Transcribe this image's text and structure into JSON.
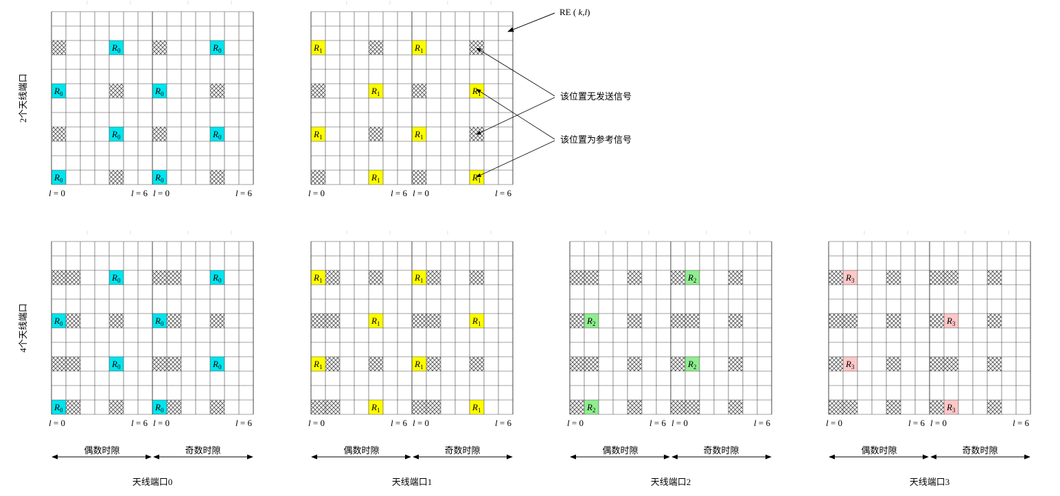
{
  "row_labels": [
    "2个天线端口",
    "4个天线端口"
  ],
  "axis": {
    "l_start": "l = 0",
    "l_end": "l = 6",
    "even_slot": "偶数时隙",
    "odd_slot": "奇数时隙"
  },
  "port_captions": [
    "天线端口0",
    "天线端口1",
    "天线端口2",
    "天线端口3"
  ],
  "annotations": {
    "re_label": "RE (k,l)",
    "no_signal": "该位置无发送信号",
    "reference_signal": "该位置为参考信号"
  },
  "reference_symbols": [
    {
      "port": 0,
      "symbol": "R",
      "sub": "0",
      "color": "#00E5EE"
    },
    {
      "port": 1,
      "symbol": "R",
      "sub": "1",
      "color": "#FFFF00"
    },
    {
      "port": 2,
      "symbol": "R",
      "sub": "2",
      "color": "#90EE90"
    },
    {
      "port": 3,
      "symbol": "R",
      "sub": "3",
      "color": "#FFC8C8"
    }
  ],
  "grid": {
    "symbols_per_slot": 7,
    "slots": 2,
    "subcarriers": 12,
    "reference_rows_bottom_up": [
      0,
      3,
      6,
      9
    ]
  },
  "panels": [
    {
      "row": 0,
      "port": 0,
      "pattern": [
        [
          {
            "s": 0,
            "t": "R"
          },
          {
            "s": 4,
            "t": "X"
          },
          {
            "s": 7,
            "t": "R"
          },
          {
            "s": 11,
            "t": "X"
          }
        ],
        [
          {
            "s": 0,
            "t": "X"
          },
          {
            "s": 4,
            "t": "R"
          },
          {
            "s": 7,
            "t": "X"
          },
          {
            "s": 11,
            "t": "R"
          }
        ],
        [
          {
            "s": 0,
            "t": "R"
          },
          {
            "s": 4,
            "t": "X"
          },
          {
            "s": 7,
            "t": "R"
          },
          {
            "s": 11,
            "t": "X"
          }
        ],
        [
          {
            "s": 0,
            "t": "X"
          },
          {
            "s": 4,
            "t": "R"
          },
          {
            "s": 7,
            "t": "X"
          },
          {
            "s": 11,
            "t": "R"
          }
        ]
      ]
    },
    {
      "row": 0,
      "port": 1,
      "pattern": [
        [
          {
            "s": 0,
            "t": "X"
          },
          {
            "s": 4,
            "t": "R"
          },
          {
            "s": 7,
            "t": "X"
          },
          {
            "s": 11,
            "t": "R"
          }
        ],
        [
          {
            "s": 0,
            "t": "R"
          },
          {
            "s": 4,
            "t": "X"
          },
          {
            "s": 7,
            "t": "R"
          },
          {
            "s": 11,
            "t": "X"
          }
        ],
        [
          {
            "s": 0,
            "t": "X"
          },
          {
            "s": 4,
            "t": "R"
          },
          {
            "s": 7,
            "t": "X"
          },
          {
            "s": 11,
            "t": "R"
          }
        ],
        [
          {
            "s": 0,
            "t": "R"
          },
          {
            "s": 4,
            "t": "X"
          },
          {
            "s": 7,
            "t": "R"
          },
          {
            "s": 11,
            "t": "X"
          }
        ]
      ]
    },
    {
      "row": 1,
      "port": 0,
      "pattern": [
        [
          {
            "s": 0,
            "t": "R"
          },
          {
            "s": 1,
            "t": "X"
          },
          {
            "s": 4,
            "t": "X"
          },
          {
            "s": 7,
            "t": "R"
          },
          {
            "s": 8,
            "t": "X"
          },
          {
            "s": 11,
            "t": "X"
          }
        ],
        [
          {
            "s": 0,
            "t": "X"
          },
          {
            "s": 1,
            "t": "X"
          },
          {
            "s": 4,
            "t": "R"
          },
          {
            "s": 7,
            "t": "X"
          },
          {
            "s": 8,
            "t": "X"
          },
          {
            "s": 11,
            "t": "R"
          }
        ],
        [
          {
            "s": 0,
            "t": "R"
          },
          {
            "s": 1,
            "t": "X"
          },
          {
            "s": 4,
            "t": "X"
          },
          {
            "s": 7,
            "t": "R"
          },
          {
            "s": 8,
            "t": "X"
          },
          {
            "s": 11,
            "t": "X"
          }
        ],
        [
          {
            "s": 0,
            "t": "X"
          },
          {
            "s": 1,
            "t": "X"
          },
          {
            "s": 4,
            "t": "R"
          },
          {
            "s": 7,
            "t": "X"
          },
          {
            "s": 8,
            "t": "X"
          },
          {
            "s": 11,
            "t": "R"
          }
        ]
      ]
    },
    {
      "row": 1,
      "port": 1,
      "pattern": [
        [
          {
            "s": 0,
            "t": "X"
          },
          {
            "s": 1,
            "t": "X"
          },
          {
            "s": 4,
            "t": "R"
          },
          {
            "s": 7,
            "t": "X"
          },
          {
            "s": 8,
            "t": "X"
          },
          {
            "s": 11,
            "t": "R"
          }
        ],
        [
          {
            "s": 0,
            "t": "R"
          },
          {
            "s": 1,
            "t": "X"
          },
          {
            "s": 4,
            "t": "X"
          },
          {
            "s": 7,
            "t": "R"
          },
          {
            "s": 8,
            "t": "X"
          },
          {
            "s": 11,
            "t": "X"
          }
        ],
        [
          {
            "s": 0,
            "t": "X"
          },
          {
            "s": 1,
            "t": "X"
          },
          {
            "s": 4,
            "t": "R"
          },
          {
            "s": 7,
            "t": "X"
          },
          {
            "s": 8,
            "t": "X"
          },
          {
            "s": 11,
            "t": "R"
          }
        ],
        [
          {
            "s": 0,
            "t": "R"
          },
          {
            "s": 1,
            "t": "X"
          },
          {
            "s": 4,
            "t": "X"
          },
          {
            "s": 7,
            "t": "R"
          },
          {
            "s": 8,
            "t": "X"
          },
          {
            "s": 11,
            "t": "X"
          }
        ]
      ]
    },
    {
      "row": 1,
      "port": 2,
      "pattern": [
        [
          {
            "s": 0,
            "t": "X"
          },
          {
            "s": 1,
            "t": "R"
          },
          {
            "s": 4,
            "t": "X"
          },
          {
            "s": 7,
            "t": "X"
          },
          {
            "s": 8,
            "t": "X"
          },
          {
            "s": 11,
            "t": "X"
          }
        ],
        [
          {
            "s": 0,
            "t": "X"
          },
          {
            "s": 1,
            "t": "X"
          },
          {
            "s": 4,
            "t": "X"
          },
          {
            "s": 7,
            "t": "X"
          },
          {
            "s": 8,
            "t": "R"
          },
          {
            "s": 11,
            "t": "X"
          }
        ],
        [
          {
            "s": 0,
            "t": "X"
          },
          {
            "s": 1,
            "t": "R"
          },
          {
            "s": 4,
            "t": "X"
          },
          {
            "s": 7,
            "t": "X"
          },
          {
            "s": 8,
            "t": "X"
          },
          {
            "s": 11,
            "t": "X"
          }
        ],
        [
          {
            "s": 0,
            "t": "X"
          },
          {
            "s": 1,
            "t": "X"
          },
          {
            "s": 4,
            "t": "X"
          },
          {
            "s": 7,
            "t": "X"
          },
          {
            "s": 8,
            "t": "R"
          },
          {
            "s": 11,
            "t": "X"
          }
        ]
      ]
    },
    {
      "row": 1,
      "port": 3,
      "pattern": [
        [
          {
            "s": 0,
            "t": "X"
          },
          {
            "s": 1,
            "t": "X"
          },
          {
            "s": 4,
            "t": "X"
          },
          {
            "s": 7,
            "t": "X"
          },
          {
            "s": 8,
            "t": "R"
          },
          {
            "s": 11,
            "t": "X"
          }
        ],
        [
          {
            "s": 0,
            "t": "X"
          },
          {
            "s": 1,
            "t": "R"
          },
          {
            "s": 4,
            "t": "X"
          },
          {
            "s": 7,
            "t": "X"
          },
          {
            "s": 8,
            "t": "X"
          },
          {
            "s": 11,
            "t": "X"
          }
        ],
        [
          {
            "s": 0,
            "t": "X"
          },
          {
            "s": 1,
            "t": "X"
          },
          {
            "s": 4,
            "t": "X"
          },
          {
            "s": 7,
            "t": "X"
          },
          {
            "s": 8,
            "t": "R"
          },
          {
            "s": 11,
            "t": "X"
          }
        ],
        [
          {
            "s": 0,
            "t": "X"
          },
          {
            "s": 1,
            "t": "R"
          },
          {
            "s": 4,
            "t": "X"
          },
          {
            "s": 7,
            "t": "X"
          },
          {
            "s": 8,
            "t": "X"
          },
          {
            "s": 11,
            "t": "X"
          }
        ]
      ]
    }
  ]
}
